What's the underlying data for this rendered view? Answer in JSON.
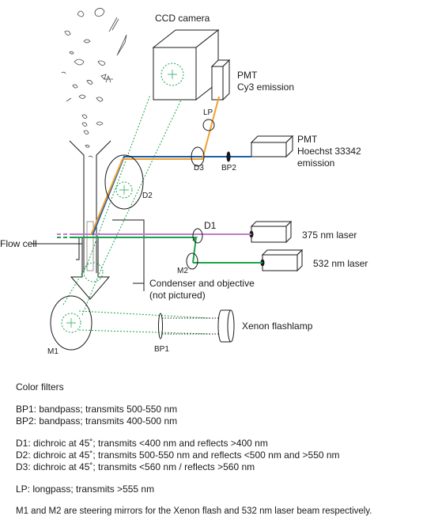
{
  "labels": {
    "ccd_camera": "CCD camera",
    "pmt_cy3_line1": "PMT",
    "pmt_cy3_line2": "Cy3 emission",
    "lp": "LP",
    "pmt_hoechst_line1": "PMT",
    "pmt_hoechst_line2": "Hoechst 33342",
    "pmt_hoechst_line3": "emission",
    "d3": "D3",
    "bp2": "BP2",
    "d2": "D2",
    "d1": "D1",
    "laser_375": "375 nm laser",
    "m2": "M2",
    "laser_532": "532 nm laser",
    "flow_cell": "Flow cell",
    "condenser_line1": "Condenser and objective",
    "condenser_line2": "(not pictured)",
    "m1": "M1",
    "bp1": "BP1",
    "xenon": "Xenon flashlamp"
  },
  "legend": {
    "title": "Color filters",
    "bp1": "BP1: bandpass; transmits 500-550 nm",
    "bp2": "BP2: bandpass; transmits 400-500 nm",
    "d1": "D1: dichroic at 45˚; transmits <400 nm and reflects >400 nm",
    "d2": "D2: dichroic at 45˚; transmits 500-550 nm and reflects <500 nm and >550 nm",
    "d3": "D3: dichroic at 45˚; transmits <560 nm / reflects >560 nm",
    "lp": "LP: longpass; transmits >555 nm",
    "mirrors": "M1 and M2 are steering mirrors for the Xenon flash and 532 nm laser beam respectively."
  },
  "colors": {
    "beam_green": "#1aa34a",
    "beam_violet": "#c07bc8",
    "beam_blue": "#1f5fa8",
    "beam_orange": "#f0a030",
    "outline": "#1a1a1a"
  }
}
